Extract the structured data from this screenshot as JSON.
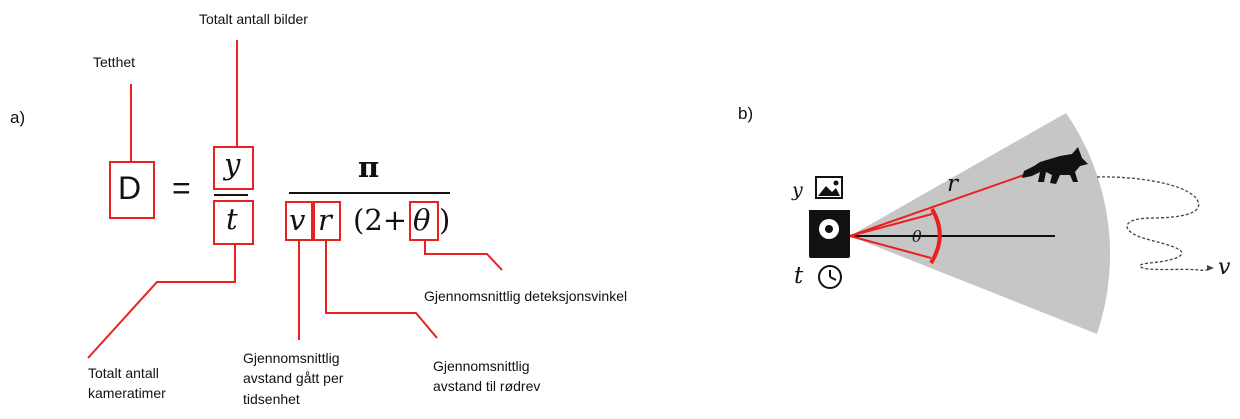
{
  "panel_a": {
    "label": "a)",
    "formula": {
      "density": "D",
      "equals": "=",
      "numerator_left": "y",
      "denominator_left": "t",
      "numerator_right": "π",
      "v": "v",
      "r": "r",
      "paren_open": "(2+",
      "theta": "θ",
      "paren_close": ")"
    },
    "annotations": {
      "tetthet": "Tetthet",
      "total_images": "Totalt antall bilder",
      "camera_hours_l1": "Totalt antall",
      "camera_hours_l2": "kameratimer",
      "dist_per_time_l1": "Gjennomsnittlig",
      "dist_per_time_l2": "avstand gått per",
      "dist_per_time_l3": "tidsenhet",
      "dist_fox_l1": "Gjennomsnittlig",
      "dist_fox_l2": "avstand til rødrev",
      "detection_angle": "Gjennomsnittlig deteksjonsvinkel"
    }
  },
  "panel_b": {
    "label": "b)",
    "y": "y",
    "t": "t",
    "r": "r",
    "theta": "θ",
    "v": "v"
  },
  "colors": {
    "annotation_red": "#e8201f",
    "cone_gray": "#c6c6c6",
    "ink": "#111111"
  }
}
